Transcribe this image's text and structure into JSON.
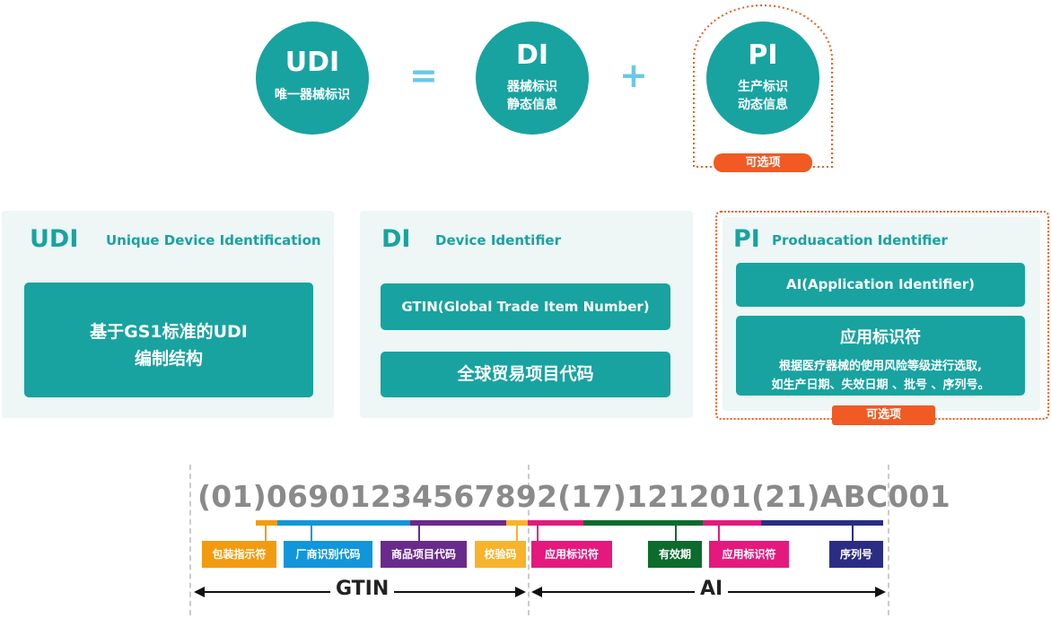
{
  "formula": {
    "udi": {
      "title": "UDI",
      "sub": "唯一器械标识"
    },
    "eq": "=",
    "di": {
      "title": "DI",
      "sub1": "器械标识",
      "sub2": "静态信息"
    },
    "plus": "+",
    "pi": {
      "title": "PI",
      "sub1": "生产标识",
      "sub2": "动态信息"
    },
    "optional": "可选项"
  },
  "panels": {
    "udi": {
      "title": "UDI",
      "subtitle": "Unique Device Identification",
      "box_line1": "基于GS1标准的UDI",
      "box_line2": "编制结构"
    },
    "di": {
      "title": "DI",
      "subtitle": "Device Identifier",
      "box1": "GTIN(Global Trade Item Number)",
      "box2": "全球贸易项目代码"
    },
    "pi": {
      "title": "PI",
      "subtitle": "Produacation Identifier",
      "box1": "AI(Application Identifier)",
      "box2_title": "应用标识符",
      "box2_line1": "根据医疗器械的使用风险等级进行选取,",
      "box2_line2": "如生产日期、失效日期 、批号 、序列号。",
      "optional": "可选项"
    }
  },
  "barcode": {
    "code": "(01)06901234567892(17)121201(21)ABC001",
    "labels": [
      "包装指示符",
      "厂商识别代码",
      "商品项目代码",
      "校验码",
      "应用标识符",
      "有效期",
      "应用标识符",
      "序列号"
    ],
    "gtin": "GTIN",
    "ai": "AI"
  },
  "colors": {
    "teal": "#18a3a0",
    "orange": "#f15a22",
    "packaging": "#f29b11",
    "company": "#1296db",
    "item": "#6a2a8c",
    "check": "#f7b32b",
    "ai_pink": "#e5197d",
    "expiry": "#0d6b2e",
    "serial": "#2b2d84"
  }
}
